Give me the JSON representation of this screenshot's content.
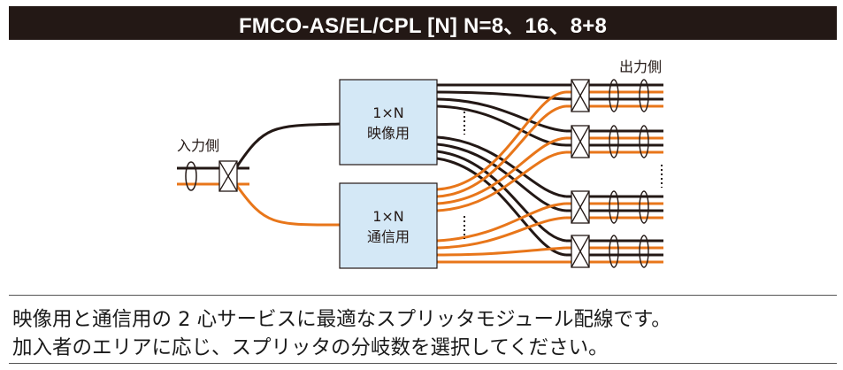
{
  "title": "FMCO-AS/EL/CPL [N] N=8、16、8+8",
  "diagram": {
    "input_label": "入力側",
    "output_label": "出力側",
    "splitter_video": {
      "line1": "1×N",
      "line2": "映像用"
    },
    "splitter_comm": {
      "line1": "1×N",
      "line2": "通信用"
    }
  },
  "description": [
    "映像用と通信用の 2 心サービスに最適なスプリッタモジュール配線です。",
    "加入者のエリアに応じ、スプリッタの分岐数を選択してください。"
  ],
  "colors": {
    "title_bg": "#231815",
    "fiber_video": "#231815",
    "fiber_comm": "#E8761A",
    "box_fill": "#D4E8F6"
  }
}
